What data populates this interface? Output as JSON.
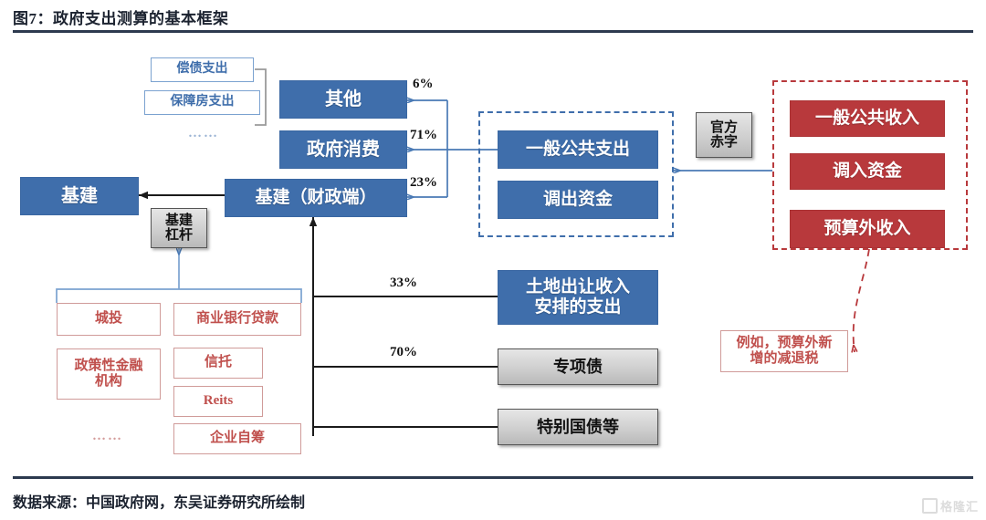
{
  "figure": {
    "title": "图7：政府支出测算的基本框架",
    "source": "数据来源：中国政府网，东吴证券研究所绘制",
    "watermark": "格隆汇"
  },
  "colors": {
    "blue_fill": "#3f6eab",
    "blue_outline": "#7ba2d0",
    "red_fill": "#b8393c",
    "red_outline": "#d09b99",
    "gray_fill": "#cfcfcf",
    "rule": "#2d3a4f"
  },
  "chart_data": {
    "type": "diagram",
    "title": "图7：政府支出测算的基本框架",
    "nodes": [
      {
        "id": "changzhai",
        "label": "偿债支出",
        "style": "blue-outline"
      },
      {
        "id": "baozhangfang",
        "label": "保障房支出",
        "style": "blue-outline"
      },
      {
        "id": "qita",
        "label": "其他",
        "style": "blue-solid"
      },
      {
        "id": "zhengfuxiaofei",
        "label": "政府消费",
        "style": "blue-solid"
      },
      {
        "id": "jijian-caizheng",
        "label": "基建（财政端）",
        "style": "blue-solid"
      },
      {
        "id": "jijian",
        "label": "基建",
        "style": "blue-solid"
      },
      {
        "id": "jijian-ganggan",
        "label": "基建\n杠杆",
        "style": "gray-solid"
      },
      {
        "id": "yibangonggongzhichu",
        "label": "一般公共支出",
        "style": "blue-solid"
      },
      {
        "id": "diaochuzijin",
        "label": "调出资金",
        "style": "blue-solid"
      },
      {
        "id": "guanfangchizi",
        "label": "官方\n赤字",
        "style": "gray-solid"
      },
      {
        "id": "yibangonggongshouru",
        "label": "一般公共收入",
        "style": "red-solid"
      },
      {
        "id": "diaoruzijin",
        "label": "调入资金",
        "style": "red-solid"
      },
      {
        "id": "yusuanwaishouru",
        "label": "预算外收入",
        "style": "red-solid"
      },
      {
        "id": "liru",
        "label": "例如，预算外新\n增的减退税",
        "style": "red-outline"
      },
      {
        "id": "chengtou",
        "label": "城投",
        "style": "red-outline"
      },
      {
        "id": "zhengcexing",
        "label": "政策性金融\n机构",
        "style": "red-outline"
      },
      {
        "id": "shangyeyinhang",
        "label": "商业银行贷款",
        "style": "red-outline"
      },
      {
        "id": "xintuo",
        "label": "信托",
        "style": "red-outline"
      },
      {
        "id": "reits",
        "label": "Reits",
        "style": "red-outline"
      },
      {
        "id": "qiyezichou",
        "label": "企业自筹",
        "style": "red-outline"
      },
      {
        "id": "tudichurang",
        "label": "土地出让收入\n安排的支出",
        "style": "blue-solid"
      },
      {
        "id": "zhuanxiangzhai",
        "label": "专项债",
        "style": "gray-solid"
      },
      {
        "id": "tebieguozhai",
        "label": "特别国债等",
        "style": "gray-solid"
      }
    ],
    "edge_labels": [
      {
        "id": "pct-6",
        "value": "6%",
        "from": "yibangonggongzhichu",
        "to": "qita"
      },
      {
        "id": "pct-71",
        "value": "71%",
        "from": "yibangonggongzhichu",
        "to": "zhengfuxiaofei"
      },
      {
        "id": "pct-23",
        "value": "23%",
        "from": "yibangonggongzhichu",
        "to": "jijian-caizheng"
      },
      {
        "id": "pct-33",
        "value": "33%",
        "from": "tudichurang",
        "to": "jijian-caizheng"
      },
      {
        "id": "pct-70",
        "value": "70%",
        "from": "zhuanxiangzhai",
        "to": "jijian-caizheng"
      }
    ],
    "ellipses": [
      {
        "id": "dots-blue",
        "value": "……"
      },
      {
        "id": "dots-red",
        "value": "……"
      }
    ]
  },
  "boxes": {
    "changzhai": "偿债支出",
    "baozhangfang": "保障房支出",
    "dots_blue": "……",
    "qita": "其他",
    "zhengfuxiaofei": "政府消费",
    "jijian_caizheng": "基建（财政端）",
    "jijian": "基建",
    "jijian_ganggan_l1": "基建",
    "jijian_ganggan_l2": "杠杆",
    "yibangonggongzhichu": "一般公共支出",
    "diaochuzijin": "调出资金",
    "guanfangchizi_l1": "官方",
    "guanfangchizi_l2": "赤字",
    "yibangonggongshouru": "一般公共收入",
    "diaoruzijin": "调入资金",
    "yusuanwaishouru": "预算外收入",
    "liru_l1": "例如，预算外新",
    "liru_l2": "增的减退税",
    "chengtou": "城投",
    "zhengcexing_l1": "政策性金融",
    "zhengcexing_l2": "机构",
    "dots_red": "……",
    "shangyeyinhang": "商业银行贷款",
    "xintuo": "信托",
    "reits": "Reits",
    "qiyezichou": "企业自筹",
    "tudichurang_l1": "土地出让收入",
    "tudichurang_l2": "安排的支出",
    "zhuanxiangzhai": "专项债",
    "tebieguozhai": "特别国债等"
  },
  "percents": {
    "p6": "6%",
    "p71": "71%",
    "p23": "23%",
    "p33": "33%",
    "p70": "70%"
  }
}
